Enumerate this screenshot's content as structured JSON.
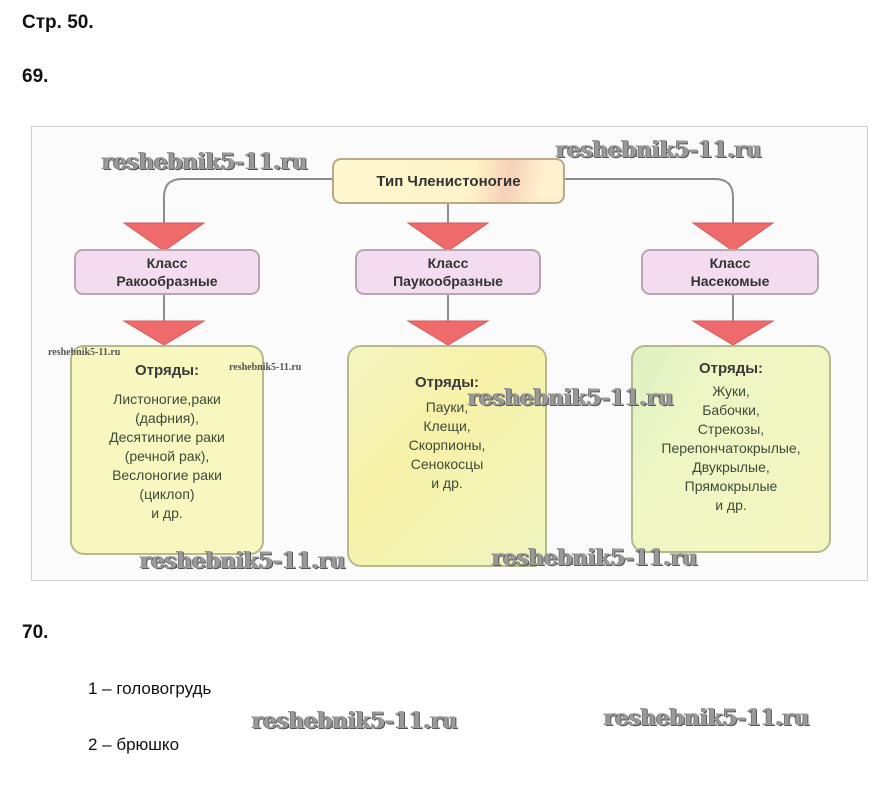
{
  "page_label": "Стр. 50.",
  "task69": {
    "number": "69.",
    "root": "Тип Членистоногие",
    "classes": [
      {
        "title": "Класс",
        "name": "Ракообразные",
        "orders_title": "Отряды:",
        "orders": [
          "Листоногие,раки",
          "(дафния),",
          "Десятиногие раки",
          "(речной рак),",
          "Веслоногие раки",
          "(циклоп)",
          "и др."
        ]
      },
      {
        "title": "Класс",
        "name": "Паукообразные",
        "orders_title": "Отряды:",
        "orders": [
          "Пауки,",
          "Клещи,",
          "Скорпионы,",
          "Сенокосцы",
          "и др."
        ]
      },
      {
        "title": "Класс",
        "name": "Насекомые",
        "orders_title": "Отряды:",
        "orders": [
          "Жуки,",
          "Бабочки,",
          "Стрекозы,",
          "Перепончатокрылые,",
          "Двукрылые,",
          "Прямокрылые",
          "и др."
        ]
      }
    ]
  },
  "task70": {
    "number": "70.",
    "answers": [
      "1 – головогрудь",
      "2 – брюшко"
    ]
  },
  "watermark": "reshebnik5-11.ru",
  "colors": {
    "arrow": "#ef6b6b",
    "root_fill": "#fff5cc",
    "class_fill": "#f3dcef",
    "order_fill": "#f7f7bf"
  }
}
